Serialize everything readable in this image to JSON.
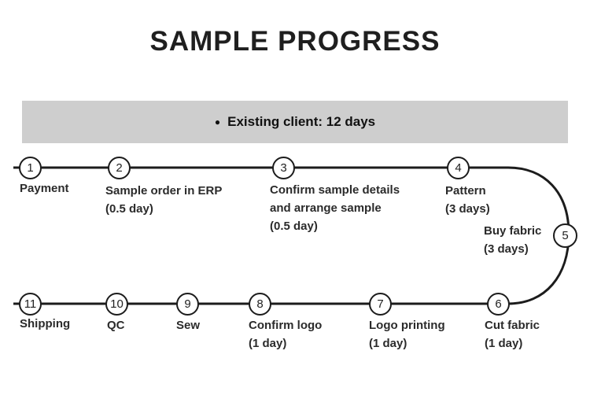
{
  "title": "SAMPLE PROGRESS",
  "banner": {
    "bullet": "●",
    "text": "Existing client: 12 days"
  },
  "timeline": {
    "steps": [
      {
        "number": "1",
        "line1": "Payment"
      },
      {
        "number": "2",
        "line1": "Sample order in ERP",
        "line2": "(0.5 day)"
      },
      {
        "number": "3",
        "line1": "Confirm sample details",
        "line2": "and arrange sample",
        "line3": "(0.5 day)"
      },
      {
        "number": "4",
        "line1": "Pattern",
        "line2": "(3 days)"
      },
      {
        "number": "5",
        "line1": "Buy fabric",
        "line2": "(3 days)"
      },
      {
        "number": "6",
        "line1": "Cut fabric",
        "line2": "(1 day)"
      },
      {
        "number": "7",
        "line1": "Logo printing",
        "line2": "(1 day)"
      },
      {
        "number": "8",
        "line1": "Confirm logo",
        "line2": "(1 day)"
      },
      {
        "number": "9",
        "line1": "Sew"
      },
      {
        "number": "10",
        "line1": "QC"
      },
      {
        "number": "11",
        "line1": "Shipping"
      }
    ],
    "total_steps": "11"
  },
  "colors": {
    "line": "#1c1c1c",
    "banner_background": "#cecece",
    "text": "#2b2b2b",
    "background": "#ffffff"
  }
}
